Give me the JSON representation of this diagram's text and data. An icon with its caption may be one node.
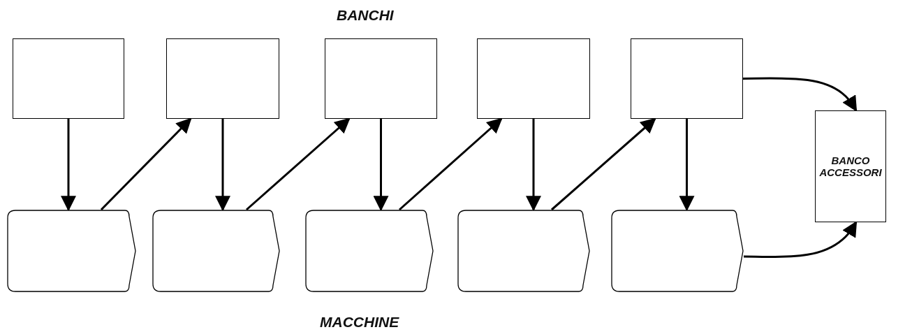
{
  "diagram": {
    "nodes": [
      {
        "text": [],
        "shape": "box"
      },
      {
        "text": [],
        "shape": "box"
      },
      {
        "text": [],
        "shape": "box"
      },
      {
        "text": [],
        "shape": "box"
      },
      {
        "text": [],
        "shape": "box"
      },
      {
        "text": [],
        "shape": "tag"
      },
      {
        "text": [],
        "shape": "tag"
      },
      {
        "text": [],
        "shape": "tag"
      },
      {
        "text": [],
        "shape": "tag"
      },
      {
        "text": [],
        "shape": "tag"
      },
      {
        "text": [
          "BANCO ACCESSORI"
        ]
      }
    ],
    "edges": [
      {
        "from": 0,
        "to": 5,
        "arrow": "to"
      },
      {
        "from": 5,
        "to": 1,
        "arrow": "to"
      },
      {
        "from": 1,
        "to": 6,
        "arrow": "to"
      },
      {
        "from": 6,
        "to": 2,
        "arrow": "to"
      },
      {
        "from": 2,
        "to": 7,
        "arrow": "to"
      },
      {
        "from": 7,
        "to": 3,
        "arrow": "to"
      },
      {
        "from": 3,
        "to": 8,
        "arrow": "to"
      },
      {
        "from": 8,
        "to": 4,
        "arrow": "to"
      },
      {
        "from": 4,
        "to": 9,
        "arrow": "to"
      },
      {
        "from": 4,
        "to": 10,
        "arrow": "to"
      },
      {
        "from": 9,
        "to": 10,
        "arrow": "to"
      }
    ],
    "labels": [
      "BANCHI",
      "MACCHINE"
    ]
  }
}
